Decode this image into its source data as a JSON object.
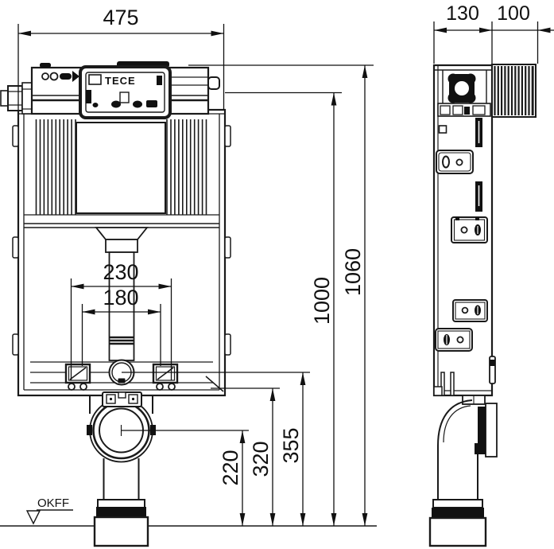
{
  "drawing": {
    "brand": "TECE",
    "floor_label": "OKFF",
    "dimensions": {
      "width_front": "475",
      "depth_body": "130",
      "depth_plate": "100",
      "bracket_spacing": "230",
      "inner_spacing": "180",
      "drain_center_height": "220",
      "frame_bottom_height": "320",
      "outlet_center_height": "355",
      "body_top_height": "1000",
      "total_height": "1060"
    }
  }
}
